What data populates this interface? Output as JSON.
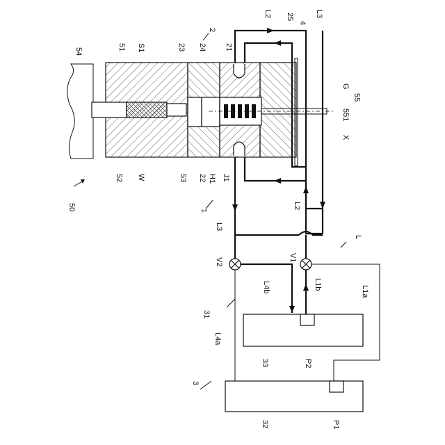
{
  "diagram": {
    "labels": {
      "p54": "54",
      "p51": "51",
      "s1": "S1",
      "p23": "23",
      "p24": "24",
      "p2": "2",
      "p21": "21",
      "p25": "25",
      "p4": "4",
      "l2_top": "L2",
      "l3_top": "L3",
      "g": "G",
      "p55": "55",
      "p551": "551",
      "x": "X",
      "p52": "52",
      "w": "W",
      "p53": "53",
      "p22": "22",
      "h1": "H1",
      "j1": "J1",
      "p50": "50",
      "p1": "1",
      "l2_mid": "L2",
      "l3_mid": "L3",
      "l": "L",
      "v2": "V2",
      "v1": "V1",
      "l4b": "L4b",
      "l1b": "L1b",
      "l1a": "L1a",
      "p31": "31",
      "l4a": "L4a",
      "p33": "33",
      "p2b": "P2",
      "p3": "3",
      "p32": "32",
      "p1b": "P1"
    }
  }
}
